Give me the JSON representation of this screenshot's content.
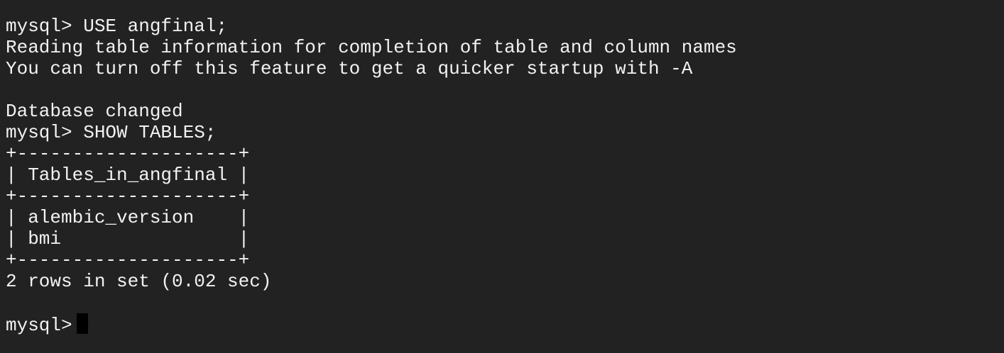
{
  "terminal": {
    "lines": [
      "mysql> USE angfinal;",
      "Reading table information for completion of table and column names",
      "You can turn off this feature to get a quicker startup with -A",
      "",
      "Database changed",
      "mysql> SHOW TABLES;",
      "+--------------------+",
      "| Tables_in_angfinal |",
      "+--------------------+",
      "| alembic_version    |",
      "| bmi                |",
      "+--------------------+",
      "2 rows in set (0.02 sec)",
      ""
    ],
    "prompt": "mysql>",
    "current_input": ""
  },
  "colors": {
    "background": "#222222",
    "text": "#f2f2f2",
    "cursor": "#000000"
  }
}
